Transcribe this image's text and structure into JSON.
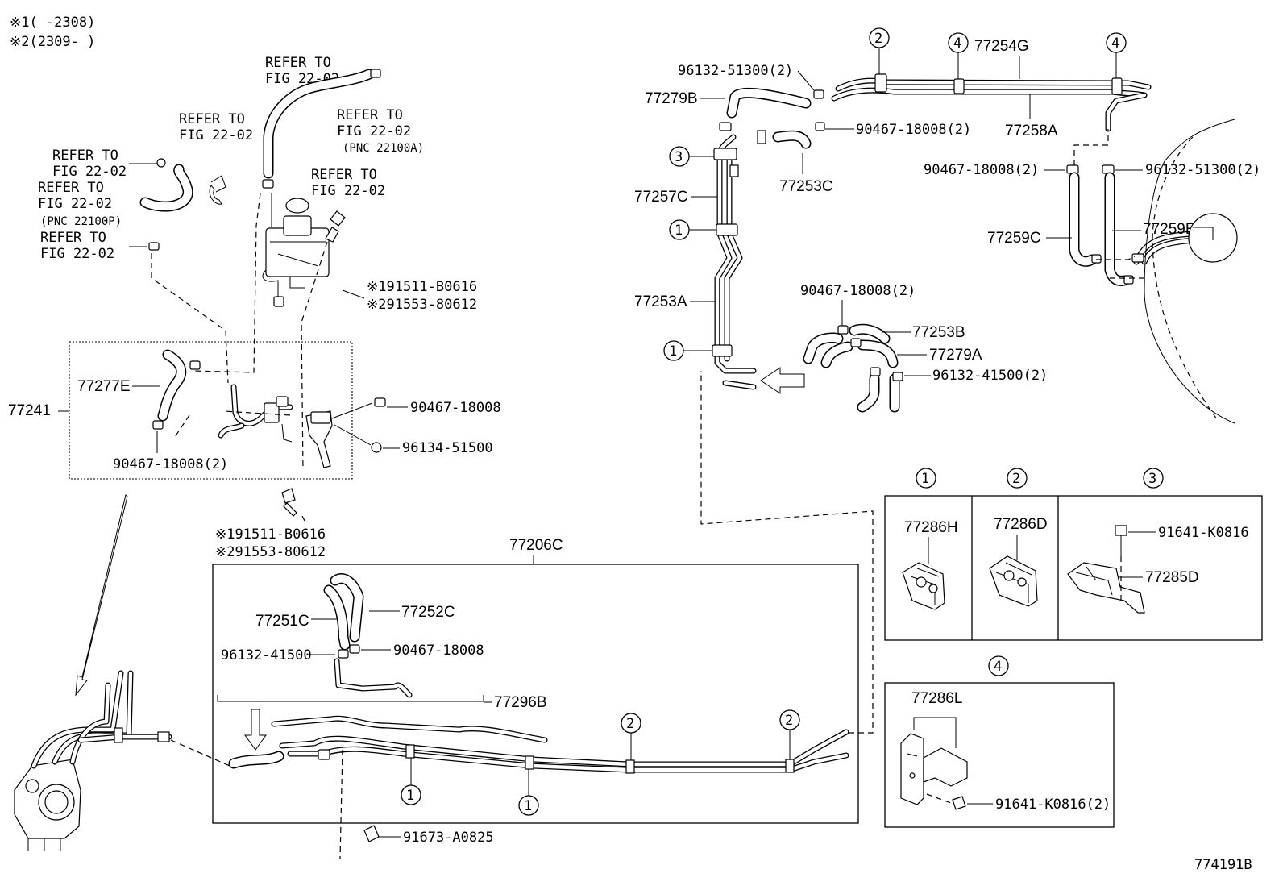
{
  "notes": {
    "n1": "※1(    -2308)",
    "n2": "※2(2309-    )"
  },
  "refer": {
    "r1a": "REFER TO",
    "r1b": "FIG 22-02",
    "r2a": "REFER TO",
    "r2b": "FIG 22-02",
    "r2c": "(PNC 22100A)",
    "r3a": "REFER TO",
    "r3b": "FIG 22-02",
    "r4a": "REFER TO",
    "r4b": "FIG 22-02",
    "r5a": "REFER TO",
    "r5b": "FIG 22-02",
    "r6a": "REFER TO",
    "r6b": "FIG 22-02",
    "r6c": "(PNC 22100P)",
    "r7a": "REFER TO",
    "r7b": "FIG 22-02"
  },
  "parts": {
    "p77241": "77241",
    "p77277E": "77277E",
    "p90467_18008_2_a": "90467-18008(2)",
    "p90467_18008_a": "90467-18008",
    "p96134_51500": "96134-51500",
    "bolt1_top_a": "※191511-B0616",
    "bolt1_top_b": "※291553-80612",
    "bolt1_bot_a": "※191511-B0616",
    "bolt1_bot_b": "※291553-80612",
    "p77206C": "77206C",
    "p77251C": "77251C",
    "p77252C": "77252C",
    "p96132_41500_a": "96132-41500",
    "p90467_18008_b": "90467-18008",
    "p77296B": "77296B",
    "p91673_A0825": "91673-A0825",
    "p96132_51300_2_a": "96132-51300(2)",
    "p77279B": "77279B",
    "p77254G": "77254G",
    "p77258A": "77258A",
    "p90467_18008_2_b": "90467-18008(2)",
    "p77253C": "77253C",
    "p77257C": "77257C",
    "p77253A": "77253A",
    "p90467_18008_2_c": "90467-18008(2)",
    "p77253B": "77253B",
    "p77279A": "77279A",
    "p96132_41500_2": "96132-41500(2)",
    "p90467_18008_2_d": "90467-18008(2)",
    "p96132_51300_2_b": "96132-51300(2)",
    "p77259C": "77259C",
    "p77259E": "77259E",
    "p77286H": "77286H",
    "p77286D": "77286D",
    "p91641_K0816": "91641-K0816",
    "p77285D": "77285D",
    "p77286L": "77286L",
    "p91641_K0816_2": "91641-K0816(2)",
    "diagram_id": "774191B"
  },
  "callouts": {
    "c1": "1",
    "c2": "2",
    "c3": "3",
    "c4": "4"
  }
}
